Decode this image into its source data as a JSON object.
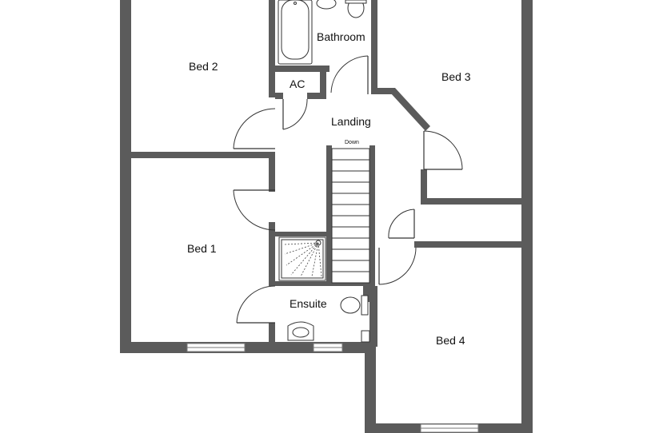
{
  "rooms": {
    "bed1": "Bed 1",
    "bed2": "Bed 2",
    "bed3": "Bed 3",
    "bed4": "Bed 4",
    "bathroom": "Bathroom",
    "ac": "AC",
    "landing": "Landing",
    "ensuite": "Ensuite"
  },
  "stairs": {
    "direction_label": "Down"
  },
  "colors": {
    "wall": "#5b5b5b",
    "background": "#ffffff"
  }
}
